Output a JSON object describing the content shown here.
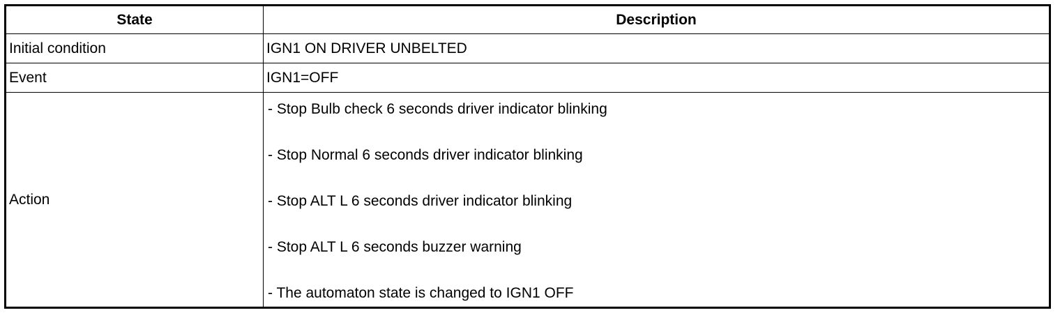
{
  "table": {
    "headers": {
      "state": "State",
      "description": "Description"
    },
    "rows": [
      {
        "state": "Initial condition",
        "description": "IGN1 ON DRIVER UNBELTED"
      },
      {
        "state": "Event",
        "description": "IGN1=OFF"
      },
      {
        "state": "Action",
        "description_items": [
          "- Stop Bulb check 6 seconds driver indicator blinking",
          "- Stop Normal 6 seconds driver indicator blinking",
          "- Stop ALT L 6 seconds driver indicator blinking",
          "- Stop ALT L 6 seconds buzzer warning",
          "- The automaton state is changed to IGN1 OFF"
        ]
      }
    ]
  }
}
